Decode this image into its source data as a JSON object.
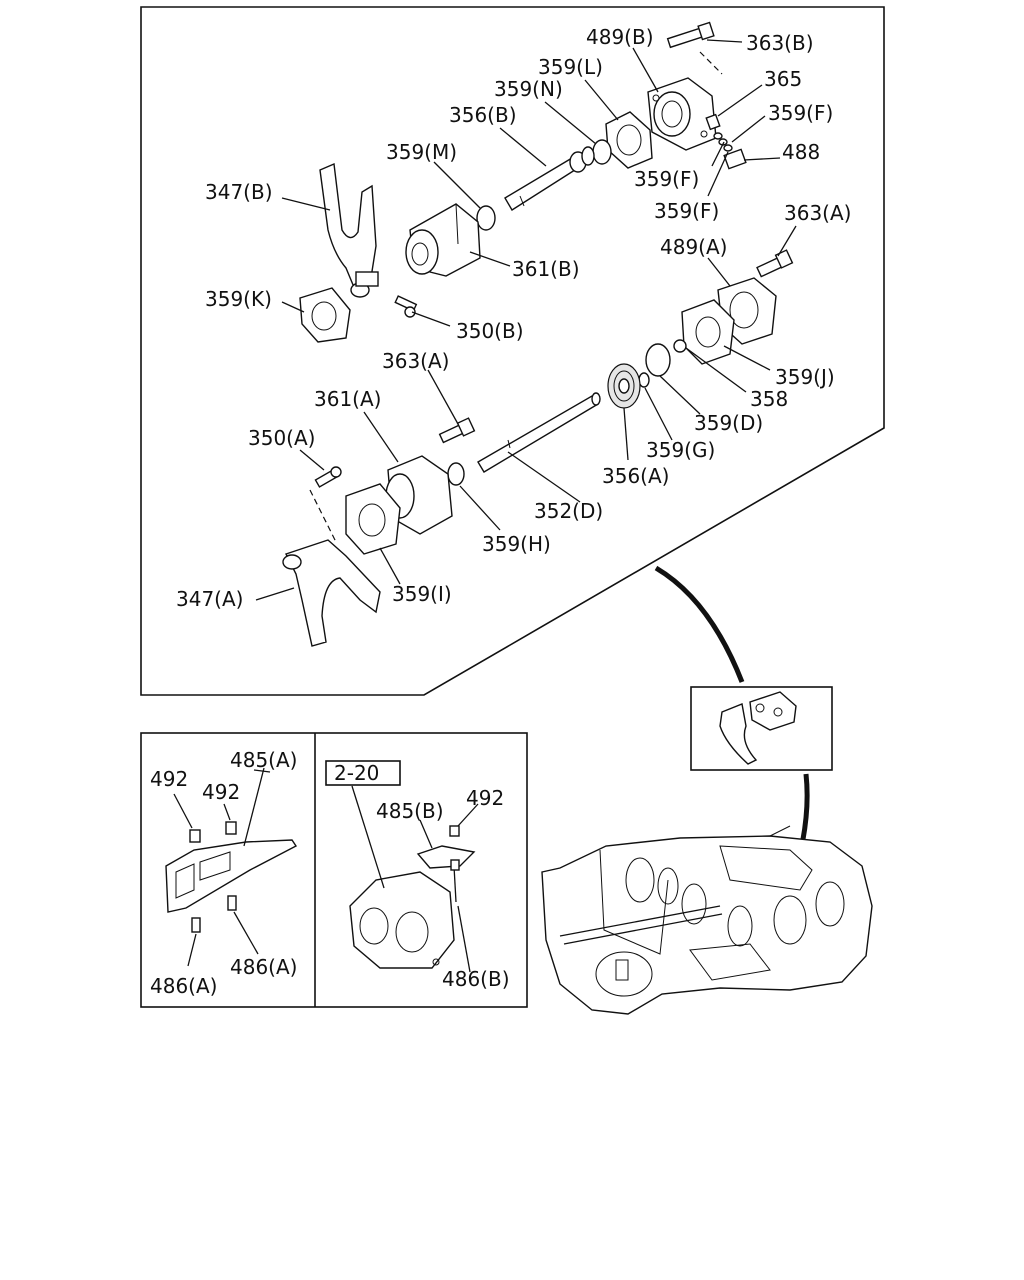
{
  "callouts": {
    "c489B": "489(B)",
    "c363B": "363(B)",
    "c359L": "359(L)",
    "c365": "365",
    "c359N": "359(N)",
    "c359F1": "359(F)",
    "c356B": "356(B)",
    "c488": "488",
    "c359M": "359(M)",
    "c359F2": "359(F)",
    "c347B": "347(B)",
    "c359F3": "359(F)",
    "c363A1": "363(A)",
    "c489A": "489(A)",
    "c361B": "361(B)",
    "c359K": "359(K)",
    "c350B": "350(B)",
    "c363A2": "363(A)",
    "c359J": "359(J)",
    "c358": "358",
    "c361A": "361(A)",
    "c359D": "359(D)",
    "c350A": "350(A)",
    "c359G": "359(G)",
    "c356A": "356(A)",
    "c352D": "352(D)",
    "c359H": "359(H)",
    "c347A": "347(A)",
    "c359I": "359(I)"
  },
  "inset_left": {
    "c485A": "485(A)",
    "c492a": "492",
    "c492b": "492",
    "c486A1": "486(A)",
    "c486A2": "486(A)"
  },
  "inset_right": {
    "ref_box": "2-20",
    "c485B": "485(B)",
    "c492": "492",
    "c486B": "486(B)"
  }
}
